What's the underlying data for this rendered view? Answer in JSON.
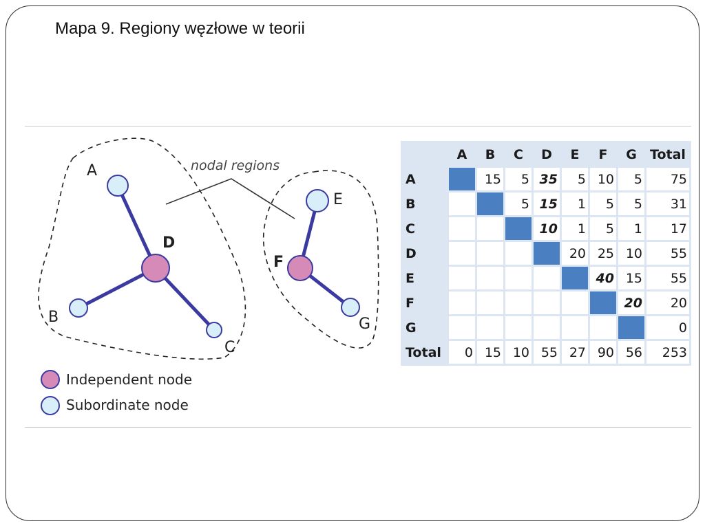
{
  "slide": {
    "title": "Mapa 9. Regiony węzłowe w teorii"
  },
  "diagram": {
    "region_label": "nodal regions",
    "nodes": {
      "A": "A",
      "B": "B",
      "C": "C",
      "D": "D",
      "E": "E",
      "F": "F",
      "G": "G"
    },
    "legend": {
      "independent": "Independent node",
      "subordinate": "Subordinate node"
    },
    "colors": {
      "independent_fill": "#d68ab8",
      "subordinate_fill": "#d8eef8",
      "edge": "#3a3aa0"
    }
  },
  "matrix": {
    "columns": [
      "A",
      "B",
      "C",
      "D",
      "E",
      "F",
      "G",
      "Total"
    ],
    "rows": [
      {
        "label": "A",
        "cells": [
          "",
          "15",
          "5",
          "35",
          "5",
          "10",
          "5",
          "75"
        ]
      },
      {
        "label": "B",
        "cells": [
          "",
          "",
          "5",
          "15",
          "1",
          "5",
          "5",
          "31"
        ]
      },
      {
        "label": "C",
        "cells": [
          "",
          "",
          "",
          "10",
          "1",
          "5",
          "1",
          "17"
        ]
      },
      {
        "label": "D",
        "cells": [
          "",
          "",
          "",
          "",
          "20",
          "25",
          "10",
          "55"
        ]
      },
      {
        "label": "E",
        "cells": [
          "",
          "",
          "",
          "",
          "",
          "40",
          "15",
          "55"
        ]
      },
      {
        "label": "F",
        "cells": [
          "",
          "",
          "",
          "",
          "",
          "",
          "20",
          "20"
        ]
      },
      {
        "label": "G",
        "cells": [
          "",
          "",
          "",
          "",
          "",
          "",
          "",
          "0"
        ]
      },
      {
        "label": "Total",
        "cells": [
          "0",
          "15",
          "10",
          "55",
          "27",
          "90",
          "56",
          "253"
        ]
      }
    ],
    "diagonal_color": "#4a7fc1"
  }
}
